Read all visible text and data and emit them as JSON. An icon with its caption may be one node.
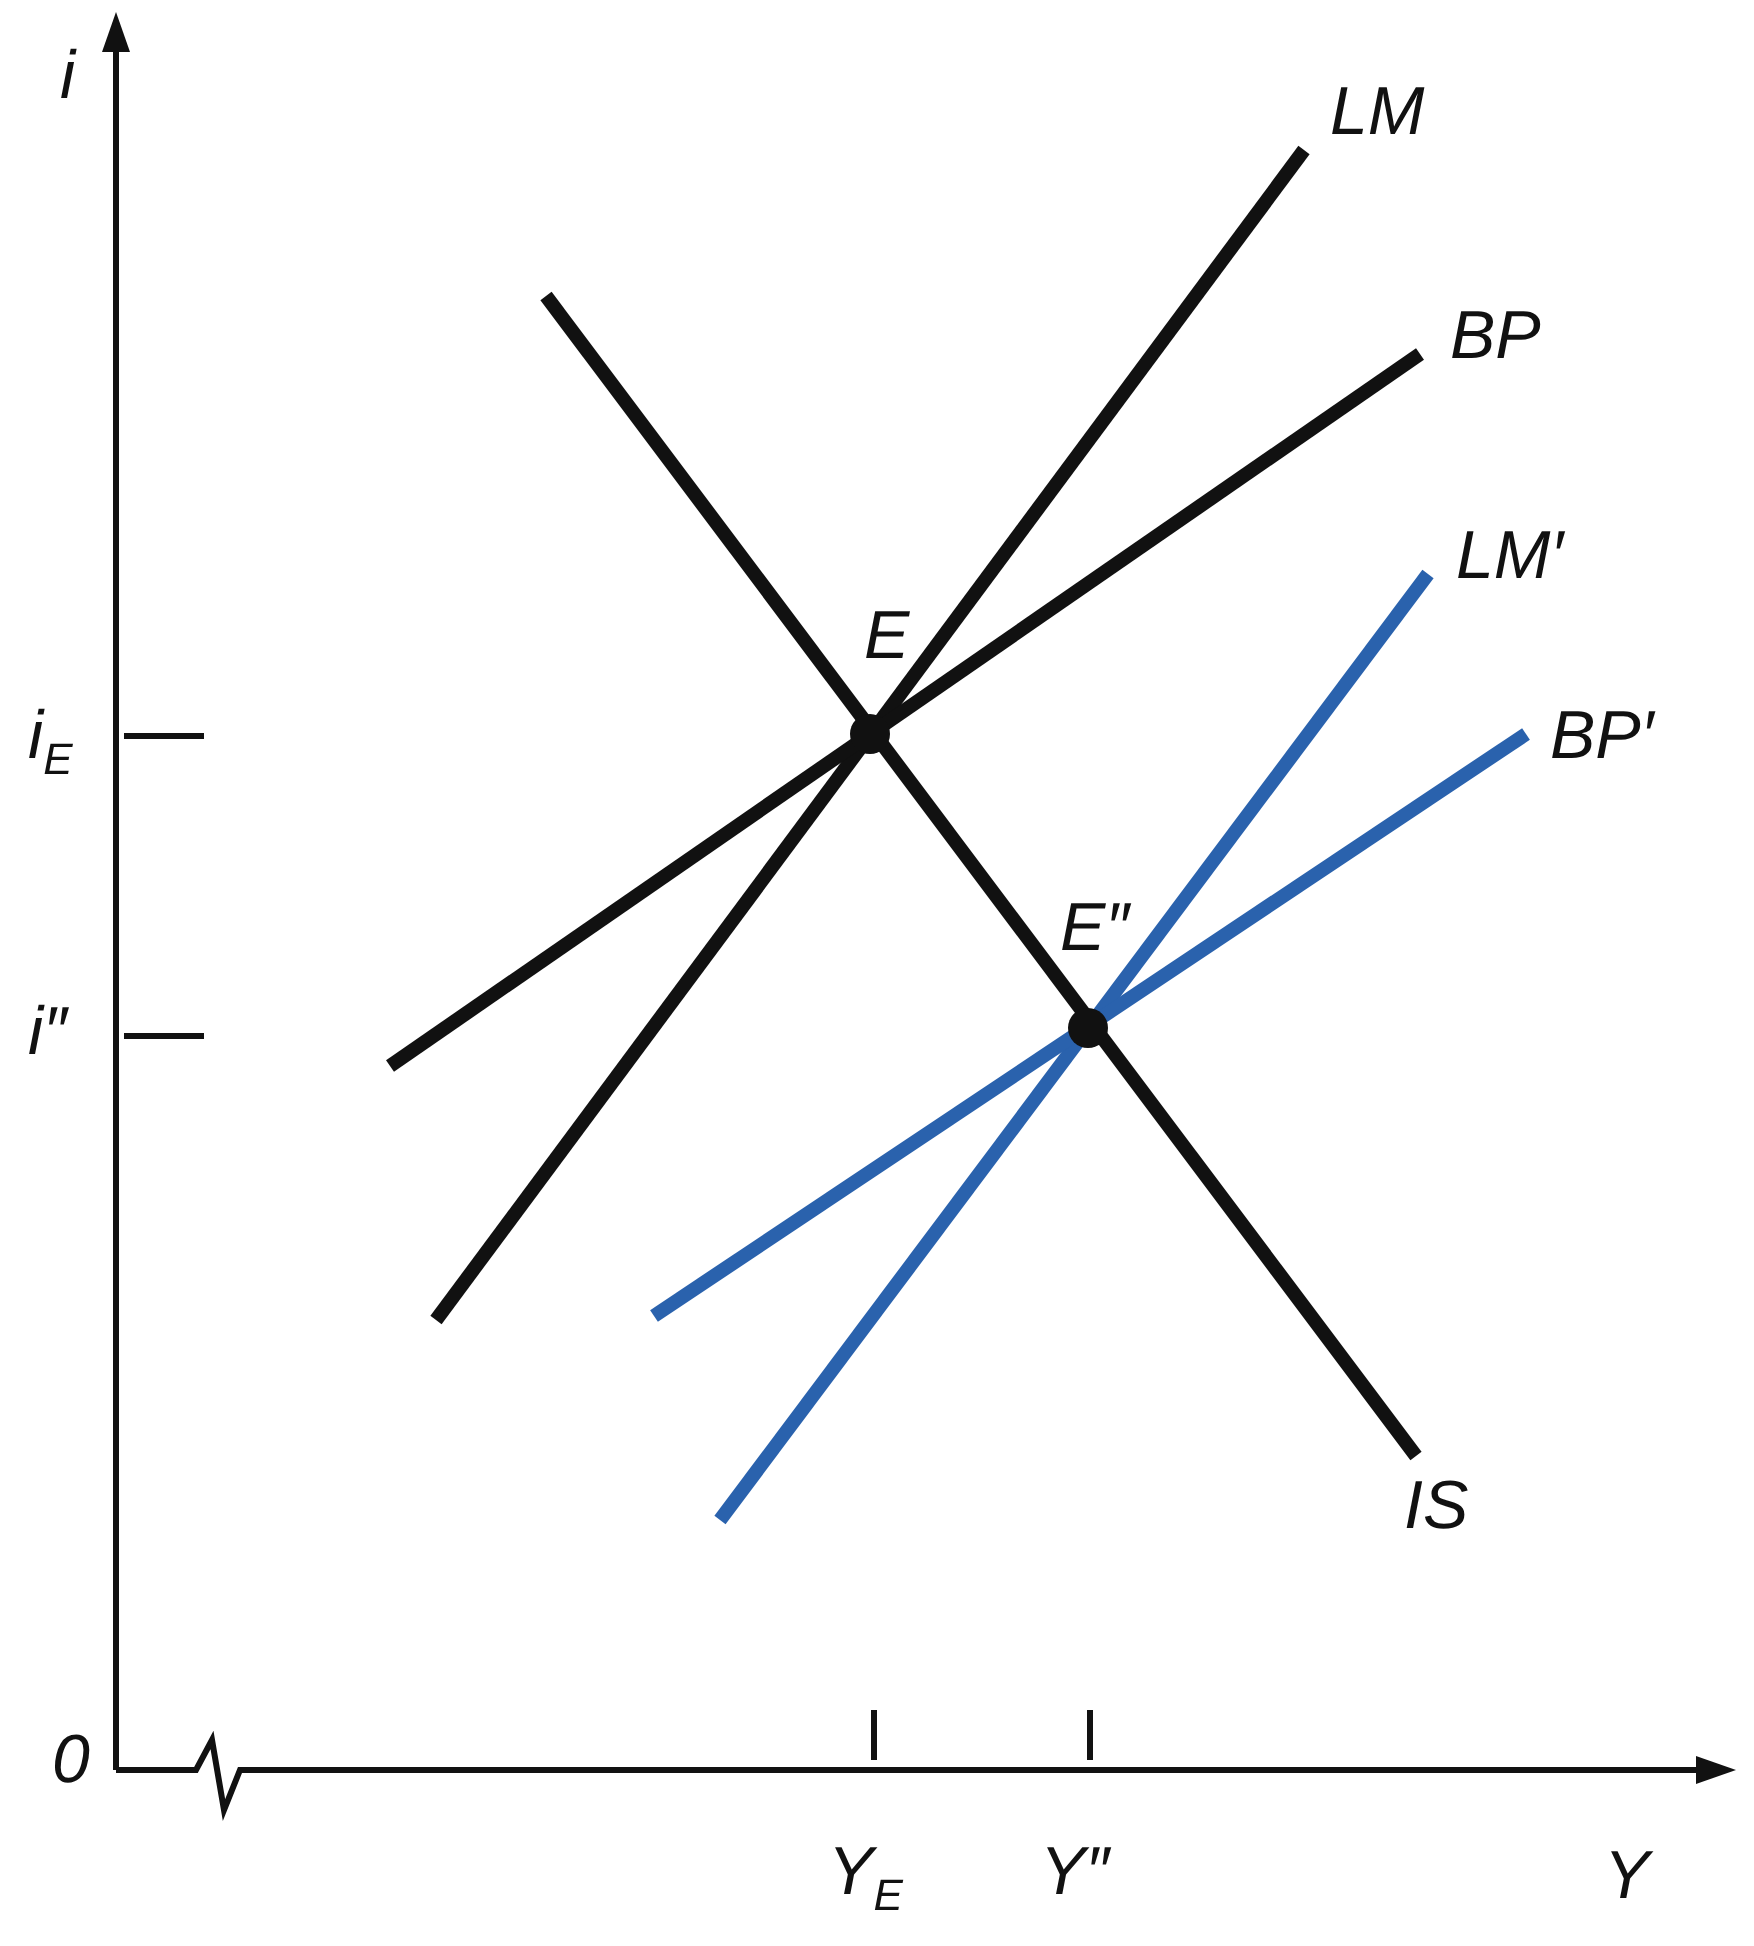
{
  "diagram": {
    "labels": [
      "i",
      "LM",
      "BP",
      "LM′",
      "BP′",
      "E",
      "E″",
      "IS",
      "i$_{E}$",
      "i″",
      "0",
      "Y$_{E}$",
      "Y″",
      "Y"
    ]
  }
}
